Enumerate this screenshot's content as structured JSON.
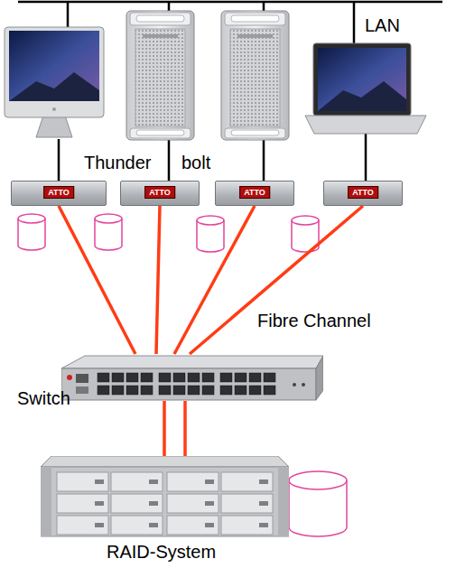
{
  "diagram": {
    "nodes": [
      {
        "text": [
          "ATTO"
        ]
      },
      {
        "text": [
          "ATTO"
        ]
      },
      {
        "text": [
          "ATTO"
        ]
      },
      {
        "text": [
          "ATTO"
        ]
      },
      {
        "text": [
          "Switch"
        ]
      },
      {
        "text": [
          "RAID-System"
        ]
      }
    ],
    "edges": [
      {
        "from": 0,
        "to": 4,
        "arrow": "none"
      },
      {
        "from": 1,
        "to": 4,
        "arrow": "none"
      },
      {
        "from": 2,
        "to": 4,
        "arrow": "none"
      },
      {
        "from": 3,
        "to": 4,
        "arrow": "none"
      },
      {
        "from": 4,
        "to": 5,
        "arrow": "none"
      },
      {
        "from": 4,
        "to": 5,
        "arrow": "none"
      }
    ],
    "labels": [
      "LAN",
      "Thunder",
      "bolt",
      "Fibre Channel"
    ]
  }
}
